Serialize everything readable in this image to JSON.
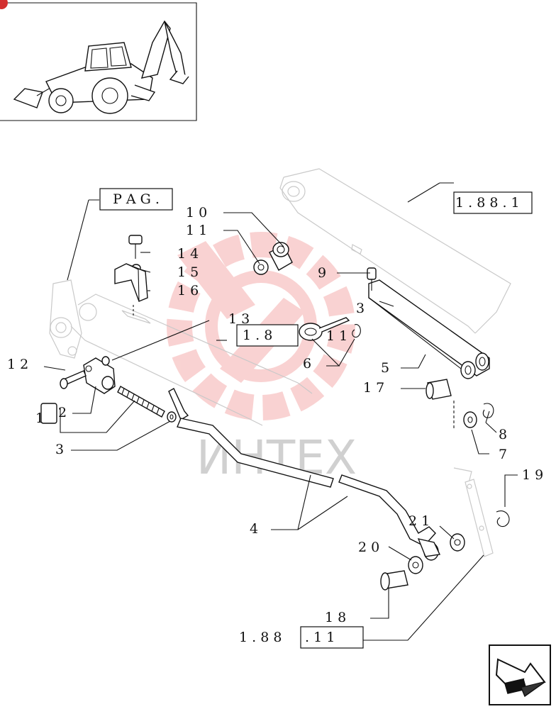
{
  "watermark": {
    "text": "ИНТЕХ",
    "color": "#e53935"
  },
  "references": {
    "pag": "P A G .",
    "ref_top_right": "1 . 8 8 . 1",
    "ref_mid": "1 . 8",
    "ref_bottom_prefix": "1 . 8 8",
    "ref_bottom_box": ". 1 1"
  },
  "callouts": {
    "c10": "1 0",
    "c11": "1 1",
    "c14": "1 4",
    "c15": "1 5",
    "c16": "1 6",
    "c9": "9",
    "c3a": "3",
    "c13": "1 3",
    "c11b": "1 1",
    "c6": "6",
    "c5": "5",
    "c17": "1 7",
    "c12": "1 2",
    "c2": "2",
    "c1": "1",
    "c8": "8",
    "c7": "7",
    "c3": "3",
    "c19": "1 9",
    "c4": "4",
    "c21": "2 1",
    "c20": "2 0",
    "c18": "1 8"
  },
  "icons": {
    "thumbnail": "backhoe-loader-icon",
    "nav": "next-page-arrow-icon",
    "gear": "gear-watermark-icon"
  }
}
